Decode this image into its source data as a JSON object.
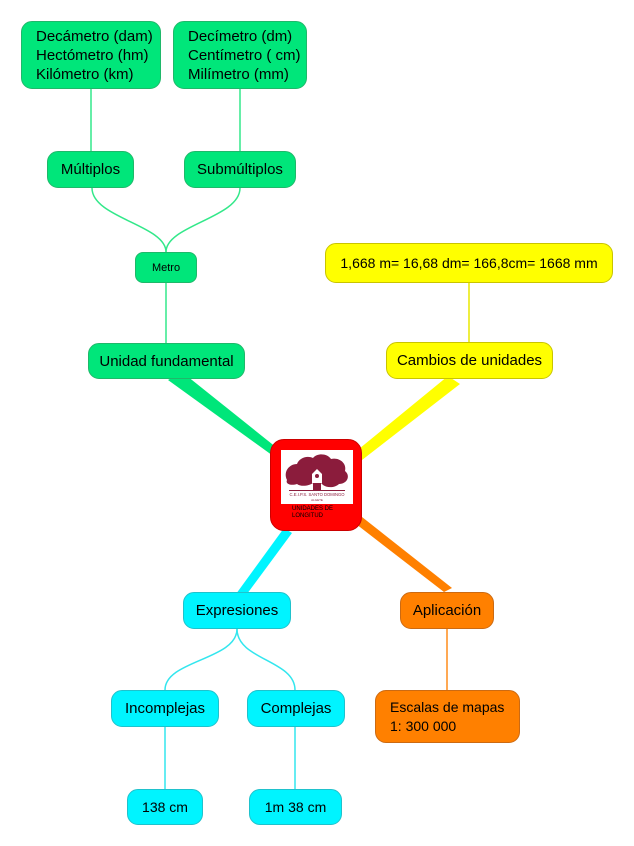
{
  "center": {
    "school": "C.E.I.P.S. SANTO DOMINGO",
    "school_sub": "ALGETE",
    "title_line1": "UNIDADES DE",
    "title_line2": "LONGITUD"
  },
  "nodes": {
    "multiples_list": [
      "Decámetro (dam)",
      "Hectómetro (hm)",
      "Kilómetro (km)"
    ],
    "submultiples_list": [
      "Decímetro (dm)",
      "Centímetro ( cm)",
      "Milímetro (mm)"
    ],
    "multiples": "Múltiplos",
    "submultiples": "Submúltiplos",
    "metro": "Metro",
    "unidad_fundamental": "Unidad fundamental",
    "conversion_example": "1,668 m= 16,68 dm= 166,8cm= 1668 mm",
    "cambios_unidades": "Cambios de unidades",
    "expresiones": "Expresiones",
    "incomplejas": "Incomplejas",
    "complejas": "Complejas",
    "incompleja_example": "138 cm",
    "compleja_example": "1m 38 cm",
    "aplicacion": "Aplicación",
    "escalas_line1": "Escalas de mapas",
    "escalas_line2": "1: 300 000"
  },
  "colors": {
    "green": "#00e67a",
    "yellow": "#ffff00",
    "cyan": "#00f4ff",
    "orange": "#ff8000",
    "center_red": "#ff0000",
    "logo_maroon": "#8b1c3c"
  }
}
